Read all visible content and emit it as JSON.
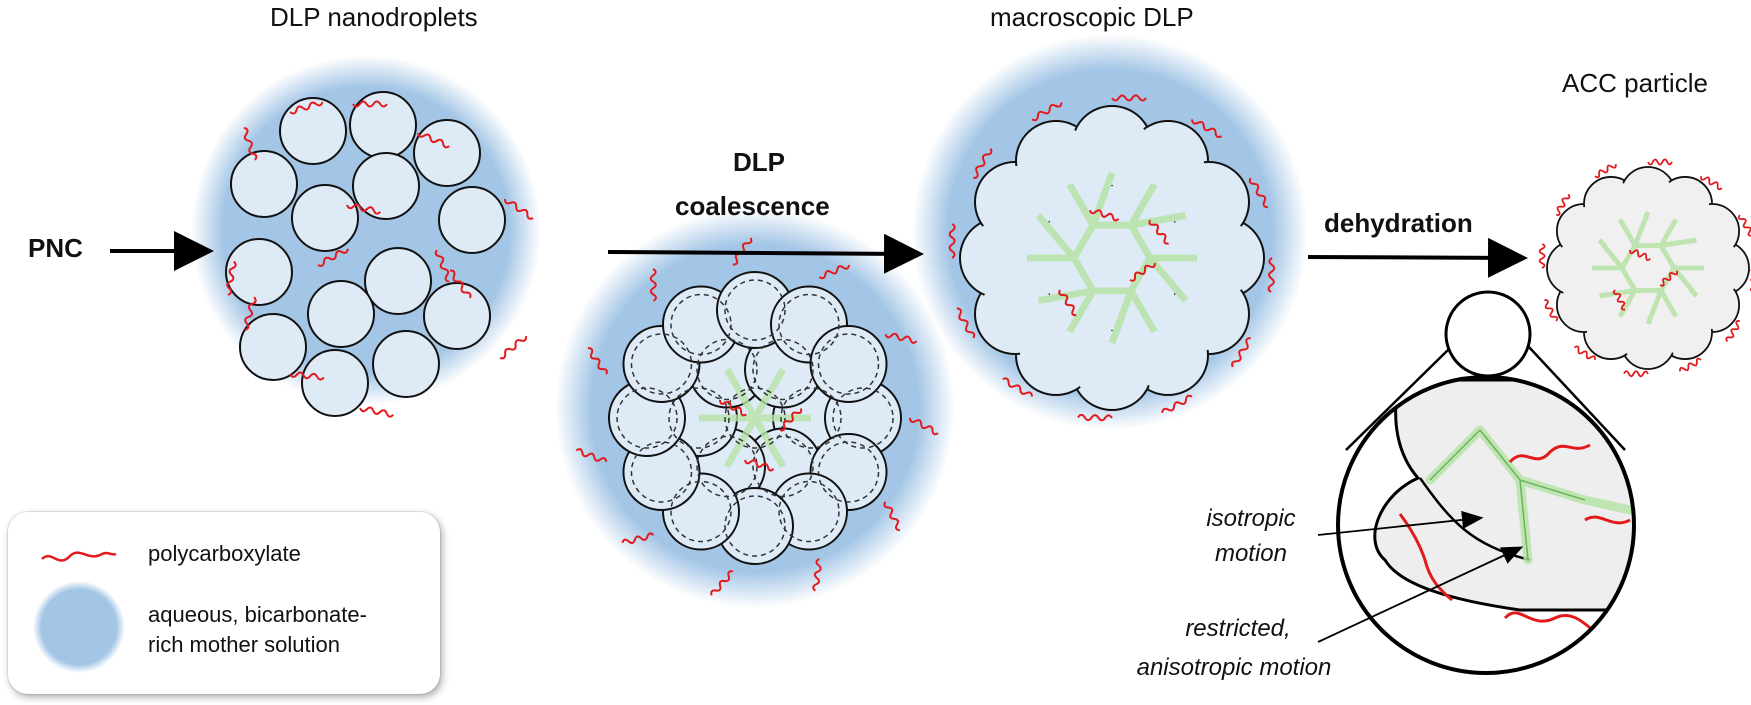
{
  "labels": {
    "dlp_nanodroplets": "DLP nanodroplets",
    "macroscopic_dlp": "macroscopic DLP",
    "acc_particle": "ACC particle",
    "pnc": "PNC",
    "dlp_coalescence_line1": "DLP",
    "dlp_coalescence_line2": "coalescence",
    "dehydration": "dehydration",
    "isotropic_line1": "isotropic",
    "isotropic_line2": "motion",
    "restricted_line1": "restricted,",
    "restricted_line2": "anisotropic motion"
  },
  "legend": {
    "polycarboxylate": "polycarboxylate",
    "solution_line1": "aqueous, bicarbonate-",
    "solution_line2": "rich mother solution"
  },
  "colors": {
    "solution_blue": "#a4c6e6",
    "droplet_fill": "#deebf7",
    "polymer_red": "#e31a1c",
    "boundary_green": "#8fd17a",
    "acc_gray": "#f0f0f0"
  }
}
